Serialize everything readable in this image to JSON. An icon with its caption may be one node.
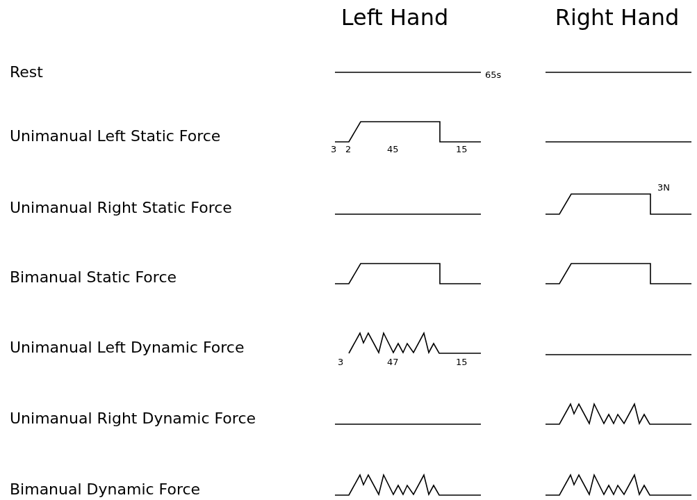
{
  "diagram": {
    "labels": [
      "Left Hand",
      "Right Hand",
      "Rest",
      "65s",
      "Unimanual Left Static Force",
      "3",
      "2",
      "45",
      "15",
      "3N",
      "Unimanual Right Static Force",
      "Bimanual Static Force",
      "Unimanual Left Dynamic Force",
      "3",
      "47",
      "15",
      "Unimanual Right Dynamic Force",
      "Bimanual Dynamic Force"
    ]
  }
}
